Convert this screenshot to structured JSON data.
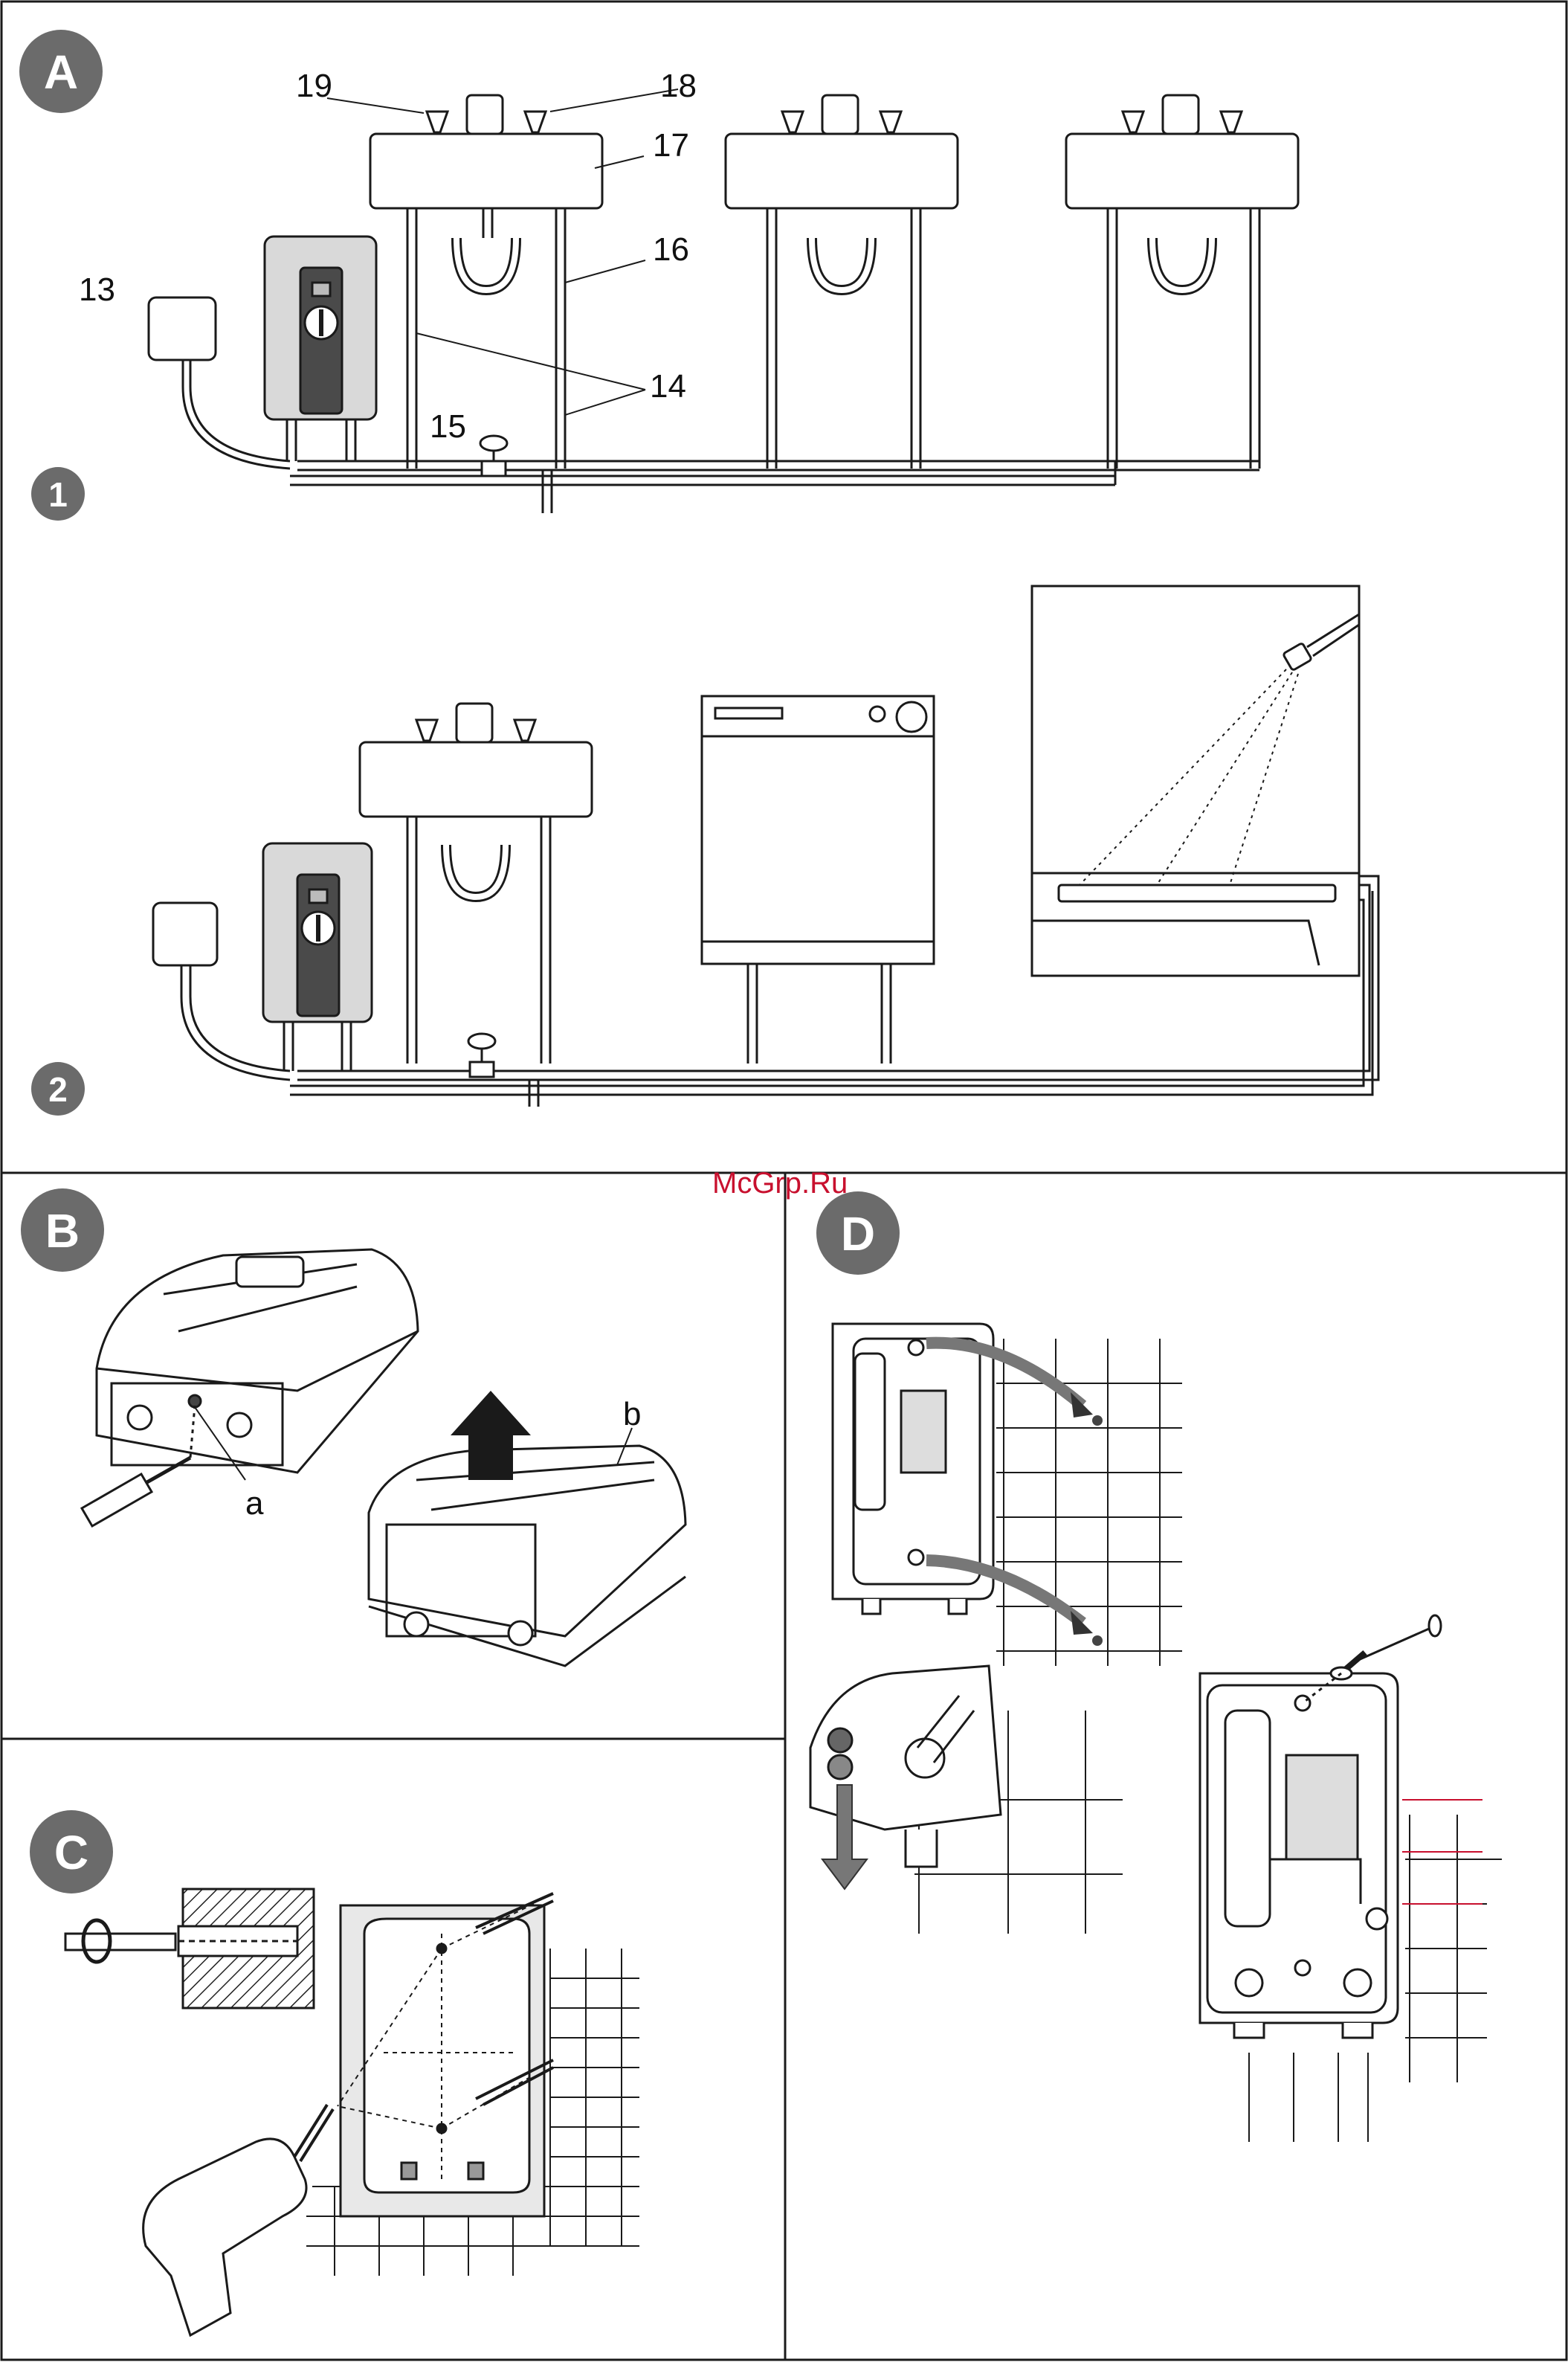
{
  "watermark": "McGrp.Ru",
  "panels": {
    "A": {
      "badge": "A",
      "steps": [
        "1",
        "2"
      ],
      "callouts": [
        "19",
        "18",
        "17",
        "16",
        "13",
        "14",
        "15"
      ]
    },
    "B": {
      "badge": "B",
      "callouts": [
        "a",
        "b"
      ]
    },
    "C": {
      "badge": "C"
    },
    "D": {
      "badge": "D"
    }
  },
  "colors": {
    "badge": "#6b6b6b",
    "line": "#1a1a1a",
    "heater_body": "#d9d9d9",
    "heater_front": "#4a4a4a",
    "watermark": "#c8102e"
  }
}
